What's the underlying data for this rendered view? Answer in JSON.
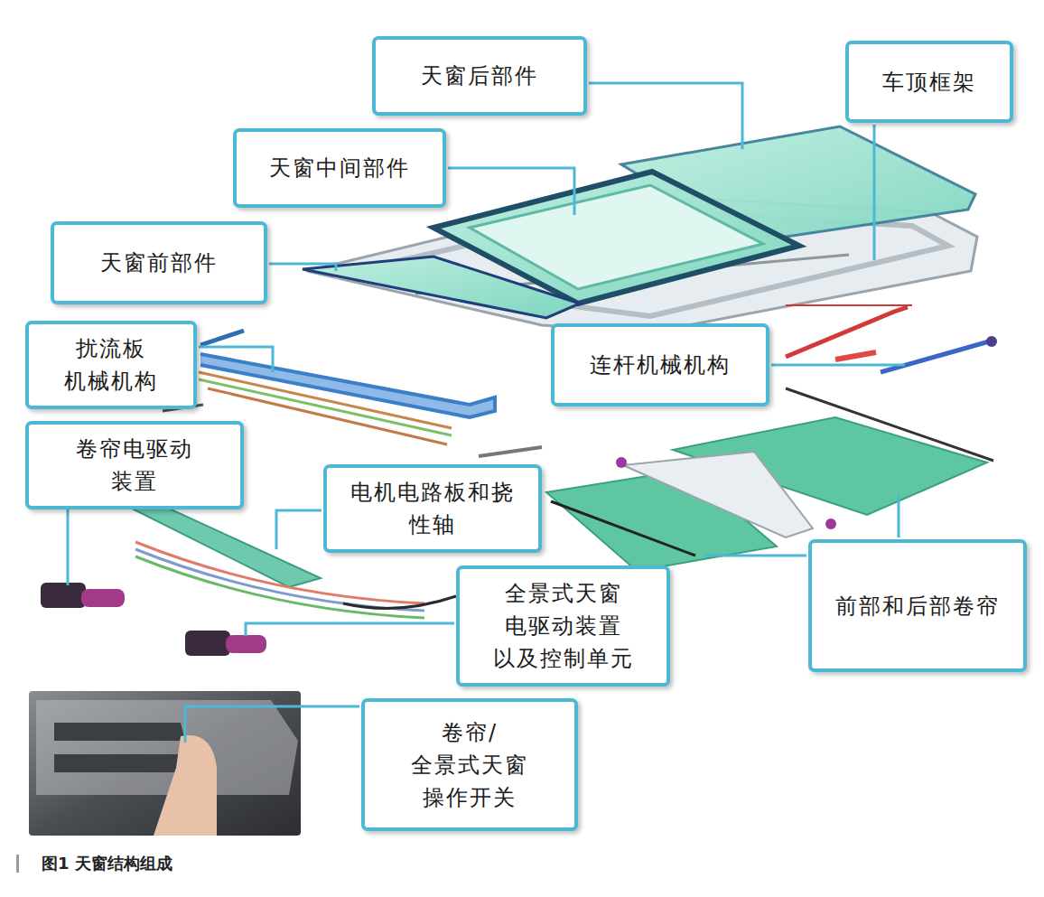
{
  "diagram": {
    "caption": "图1 天窗结构组成",
    "nodes": [
      {
        "text": [
          "天窗后部件"
        ]
      },
      {
        "text": [
          "车顶框架"
        ]
      },
      {
        "text": [
          "天窗中间部件"
        ]
      },
      {
        "text": [
          "天窗前部件"
        ]
      },
      {
        "text": [
          "扰流板 机械机构"
        ]
      },
      {
        "text": [
          "连杆机械机构"
        ]
      },
      {
        "text": [
          "卷帘电驱动 装置"
        ]
      },
      {
        "text": [
          "电机电路板和挠 性轴"
        ]
      },
      {
        "text": [
          "全景式天窗 电驱动装置 以及控制单元"
        ]
      },
      {
        "text": [
          "前部和后部卷帘"
        ]
      },
      {
        "text": [
          "卷帘/全景式天窗 操作开关"
        ]
      }
    ]
  }
}
